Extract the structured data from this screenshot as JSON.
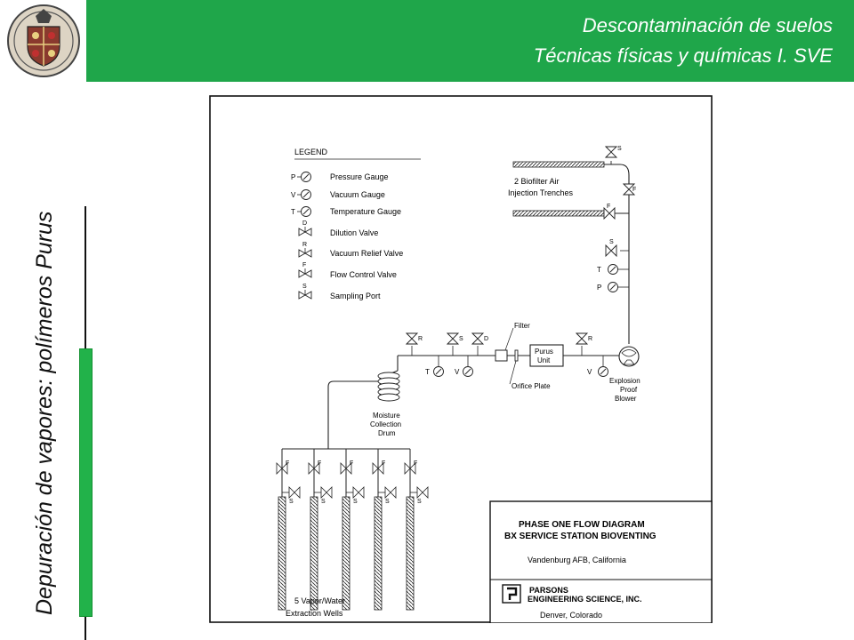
{
  "header": {
    "line1": "Descontaminación de suelos",
    "line2": "Técnicas físicas y químicas I.  SVE"
  },
  "side_title": "Depuración de vapores: polímeros Purus",
  "colors": {
    "accent": "#1fa64a",
    "bar": "#22b24a"
  },
  "diagram": {
    "legend": {
      "title": "LEGEND",
      "items": [
        {
          "sym": "P",
          "label": "Pressure Gauge"
        },
        {
          "sym": "V",
          "label": "Vacuum Gauge"
        },
        {
          "sym": "T",
          "label": "Temperature Gauge"
        },
        {
          "sym": "D",
          "label": "Dilution Valve"
        },
        {
          "sym": "R",
          "label": "Vacuum Relief Valve"
        },
        {
          "sym": "F",
          "label": "Flow Control Valve"
        },
        {
          "sym": "S",
          "label": "Sampling Port"
        }
      ]
    },
    "biofilter_line1": "2  Biofilter  Air",
    "biofilter_line2": "Injection  Trenches",
    "filter": "Filter",
    "purus_line1": "Purus",
    "purus_line2": "Unit",
    "orifice": "Orifice Plate",
    "blower_line1": "Explosion",
    "blower_line2": "Proof",
    "blower_line3": "Blower",
    "moisture_line1": "Moisture",
    "moisture_line2": "Collection",
    "moisture_line3": "Drum",
    "wells_line1": "5  Vapor/Water",
    "wells_line2": "Extraction Wells",
    "title_block": {
      "line1": "PHASE ONE FLOW DIAGRAM",
      "line2": "BX SERVICE STATION BIOVENTING",
      "location": "Vandenburg AFB, California",
      "company1": "PARSONS",
      "company2": "ENGINEERING SCIENCE, INC.",
      "city": "Denver, Colorado"
    },
    "letters": {
      "P": "P",
      "V": "V",
      "T": "T",
      "D": "D",
      "R": "R",
      "F": "F",
      "S": "S"
    }
  }
}
